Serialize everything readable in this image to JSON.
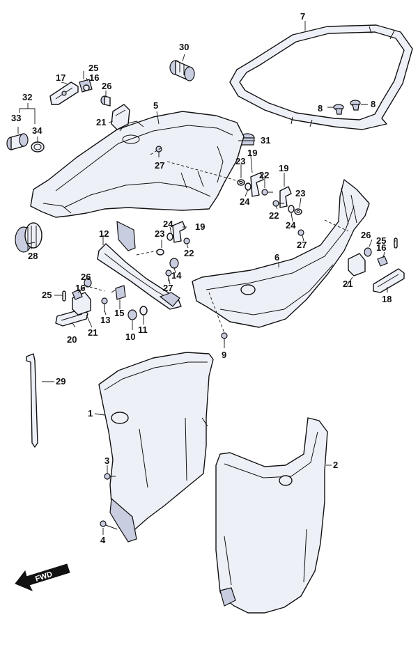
{
  "diagram": {
    "fwd_label": "FWD",
    "callouts": [
      "1",
      "2",
      "3",
      "4",
      "5",
      "6",
      "7",
      "8",
      "9",
      "10",
      "11",
      "12",
      "13",
      "14",
      "15",
      "16",
      "17",
      "18",
      "19",
      "20",
      "21",
      "22",
      "23",
      "24",
      "25",
      "26",
      "27",
      "28",
      "29",
      "30",
      "31",
      "32",
      "33",
      "34"
    ]
  }
}
